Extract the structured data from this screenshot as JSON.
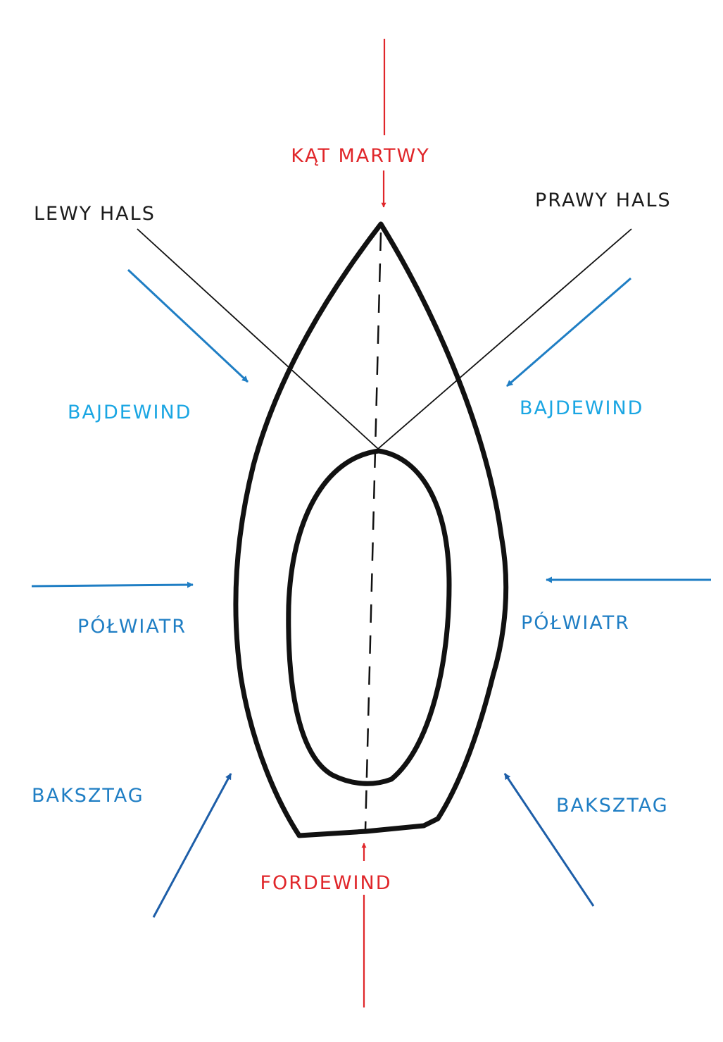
{
  "labels": {
    "dead_angle": "KĄT MARTWY",
    "left_tack": "LEWY HALS",
    "right_tack": "PRAWY HALS",
    "close_haul_left": "BAJDEWIND",
    "close_haul_right": "BAJDEWIND",
    "beam_reach_left": "PÓŁWIATR",
    "beam_reach_right": "PÓŁWIATR",
    "broad_reach_left": "BAKSZTAG",
    "broad_reach_right": "BAKSZTAG",
    "running": "FORDEWIND"
  },
  "colors": {
    "red": "#e0262a",
    "black": "#1b1b1b",
    "cyan": "#1aa6e3",
    "blue": "#1f7ec4",
    "navy": "#1d5ea8"
  }
}
